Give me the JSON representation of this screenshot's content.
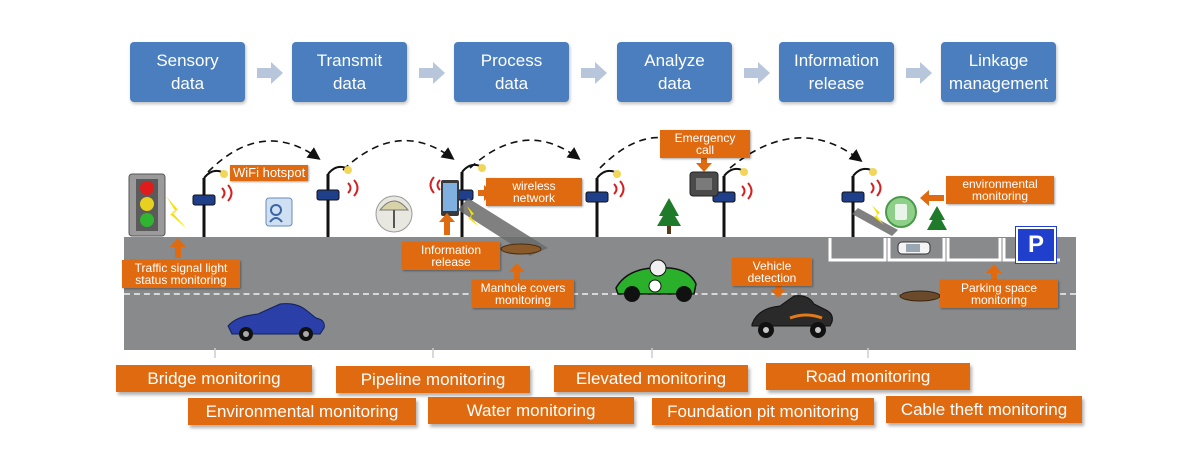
{
  "process_steps": [
    {
      "label": "Sensory\ndata"
    },
    {
      "label": "Transmit\ndata"
    },
    {
      "label": "Process\ndata"
    },
    {
      "label": "Analyze\ndata"
    },
    {
      "label": "Information\nrelease"
    },
    {
      "label": "Linkage\nmanagement"
    }
  ],
  "scene_labels": {
    "wifi_hotspot": "WiFi hotspot",
    "wireless_network": "wireless\nnetwork",
    "emergency_call": "Emergency\ncall",
    "environmental_monitoring": "environmental\nmonitoring",
    "traffic_signal": "Traffic signal light\nstatus monitoring",
    "information_release": "Information\nrelease",
    "manhole_covers": "Manhole covers\nmonitoring",
    "vehicle_detection": "Vehicle\ndetection",
    "parking_space": "Parking space\nmonitoring",
    "parking_sign": "P"
  },
  "monitoring_labels": [
    "Bridge monitoring",
    "Environmental monitoring",
    "Pipeline monitoring",
    "Water monitoring",
    "Elevated monitoring",
    "Foundation pit monitoring",
    "Road monitoring",
    "Cable theft monitoring"
  ],
  "colors": {
    "step_box": "#4a7ebf",
    "flow_arrow": "#b7c6da",
    "label_orange": "#e06a10",
    "road": "#888a8c",
    "parking_sign": "#1f3fcc"
  }
}
